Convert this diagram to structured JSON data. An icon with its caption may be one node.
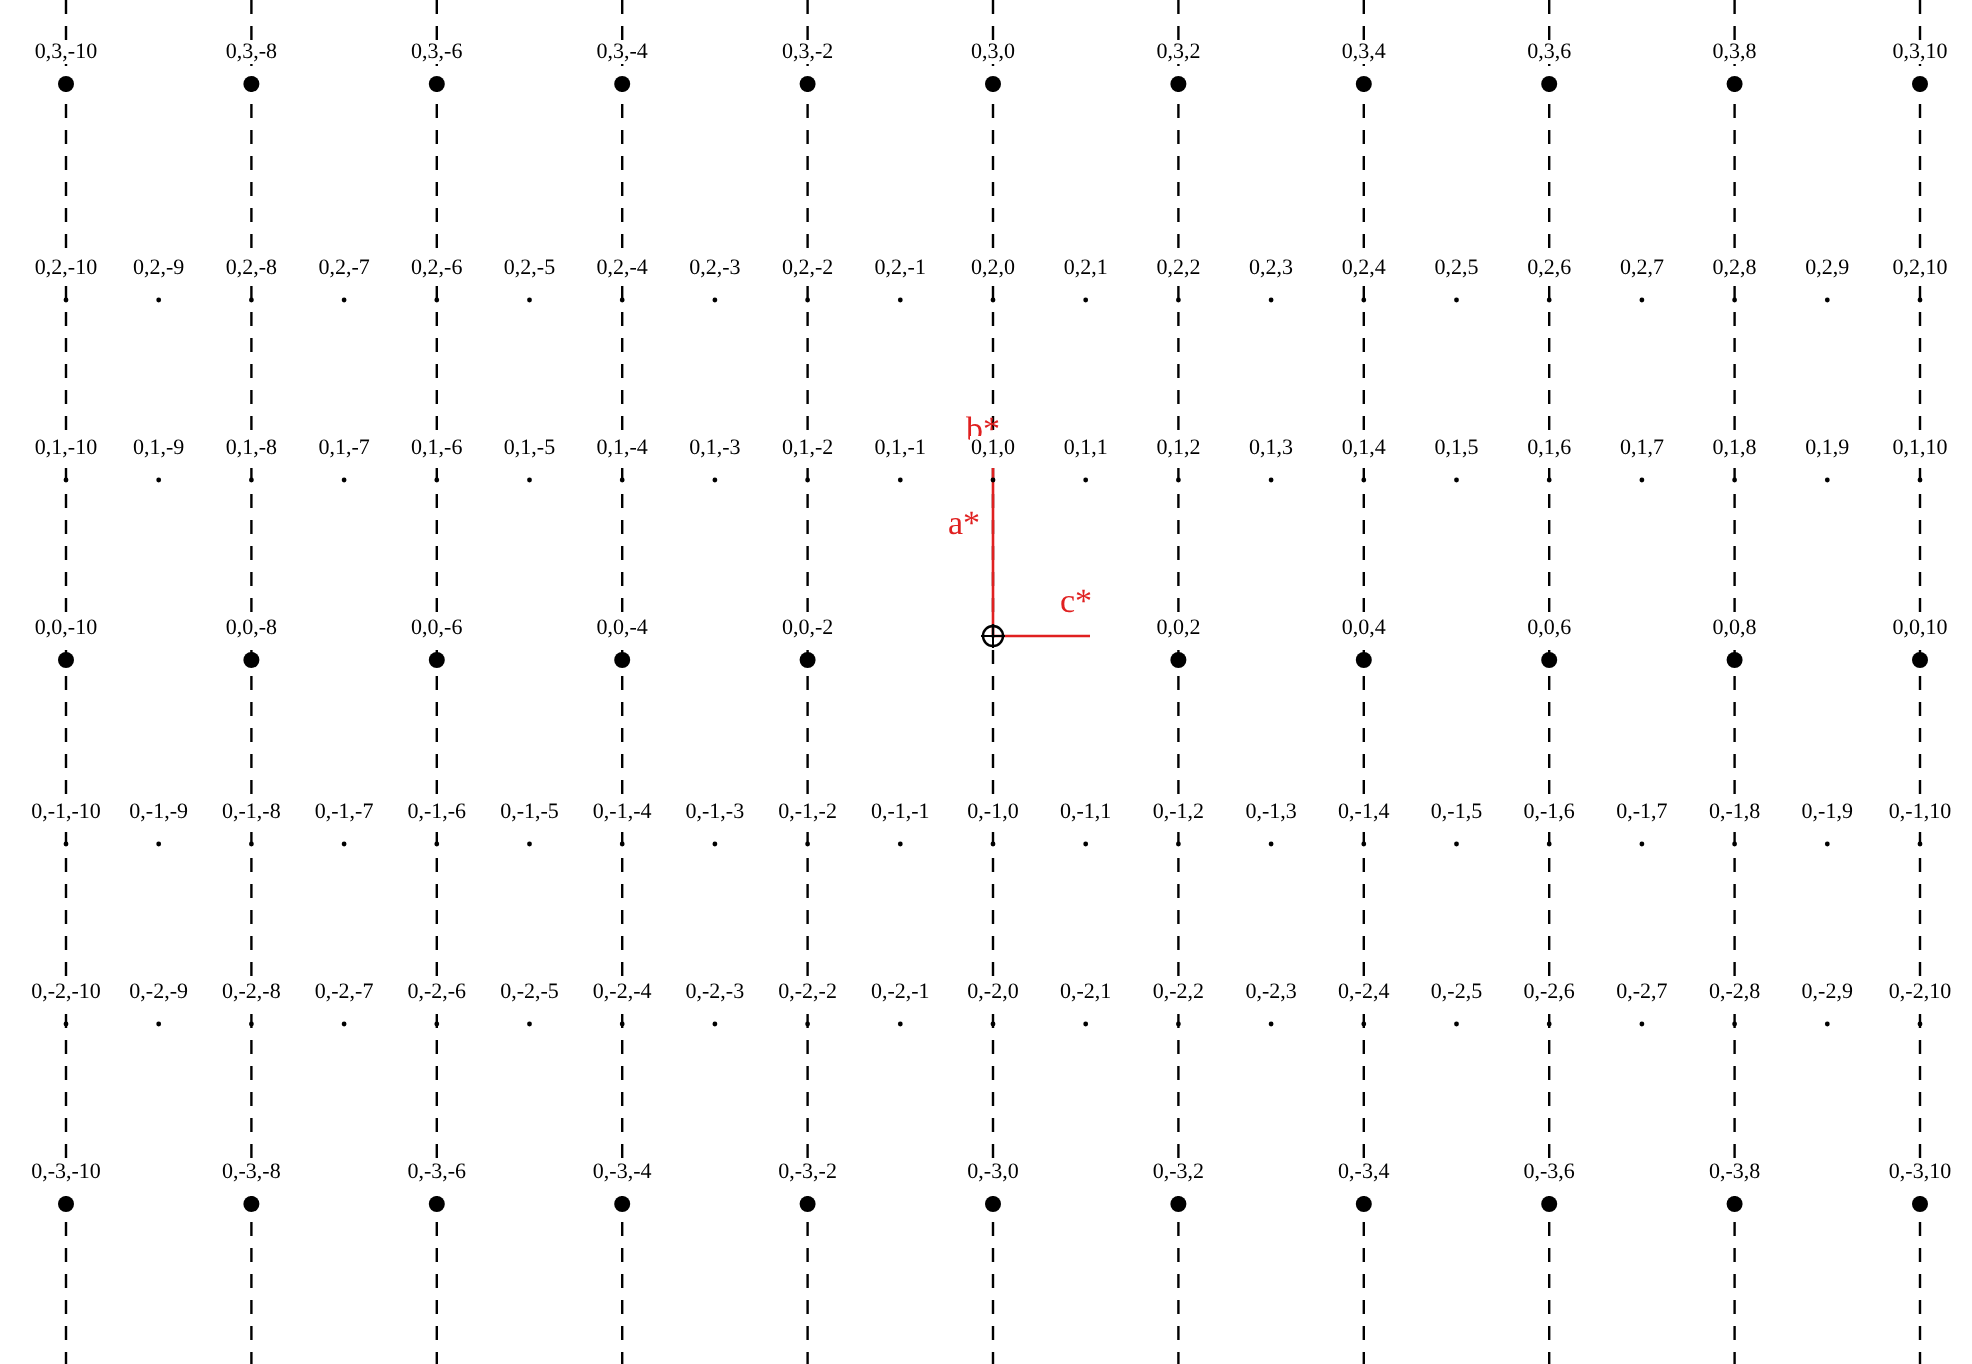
{
  "diagram": {
    "labels": [
      "0,3,-10",
      "0,3,-8",
      "0,3,-6",
      "0,3,-4",
      "0,3,-2",
      "0,3,0",
      "0,3,2",
      "0,3,4",
      "0,3,6",
      "0,3,8",
      "0,3,10",
      "0,2,-10",
      "0,2,-9",
      "0,2,-8",
      "0,2,-7",
      "0,2,-6",
      "0,2,-5",
      "0,2,-4",
      "0,2,-3",
      "0,2,-2",
      "0,2,-1",
      "0,2,0",
      "0,2,1",
      "0,2,2",
      "0,2,3",
      "0,2,4",
      "0,2,5",
      "0,2,6",
      "0,2,7",
      "0,2,8",
      "0,2,9",
      "0,2,10",
      "0,1,-10",
      "0,1,-9",
      "0,1,-8",
      "0,1,-7",
      "0,1,-6",
      "0,1,-5",
      "0,1,-4",
      "0,1,-3",
      "0,1,-2",
      "0,1,-1",
      "b*",
      "0,1,0",
      "0,1,1",
      "0,1,2",
      "0,1,3",
      "0,1,4",
      "0,1,5",
      "0,1,6",
      "0,1,7",
      "0,1,8",
      "0,1,9",
      "0,1,10",
      "a*",
      "0,0,-10",
      "0,0,-8",
      "0,0,-6",
      "0,0,-4",
      "0,0,-2",
      "c*",
      "0,0,2",
      "0,0,4",
      "0,0,6",
      "0,0,8",
      "0,0,10",
      "0,-1,-10",
      "0,-1,-9",
      "0,-1,-8",
      "0,-1,-7",
      "0,-1,-6",
      "0,-1,-5",
      "0,-1,-4",
      "0,-1,-3",
      "0,-1,-2",
      "0,-1,-1",
      "0,-1,0",
      "0,-1,1",
      "0,-1,2",
      "0,-1,3",
      "0,-1,4",
      "0,-1,5",
      "0,-1,6",
      "0,-1,7",
      "0,-1,8",
      "0,-1,9",
      "0,-1,10",
      "0,-2,-10",
      "0,-2,-9",
      "0,-2,-8",
      "0,-2,-7",
      "0,-2,-6",
      "0,-2,-5",
      "0,-2,-4",
      "0,-2,-3",
      "0,-2,-2",
      "0,-2,-1",
      "0,-2,0",
      "0,-2,1",
      "0,-2,2",
      "0,-2,3",
      "0,-2,4",
      "0,-2,5",
      "0,-2,6",
      "0,-2,7",
      "0,-2,8",
      "0,-2,9",
      "0,-2,10",
      "0,-3,-10",
      "0,-3,-8",
      "0,-3,-6",
      "0,-3,-4",
      "0,-3,-2",
      "0,-3,0",
      "0,-3,2",
      "0,-3,4",
      "0,-3,6",
      "0,-3,8",
      "0,-3,10"
    ]
  }
}
